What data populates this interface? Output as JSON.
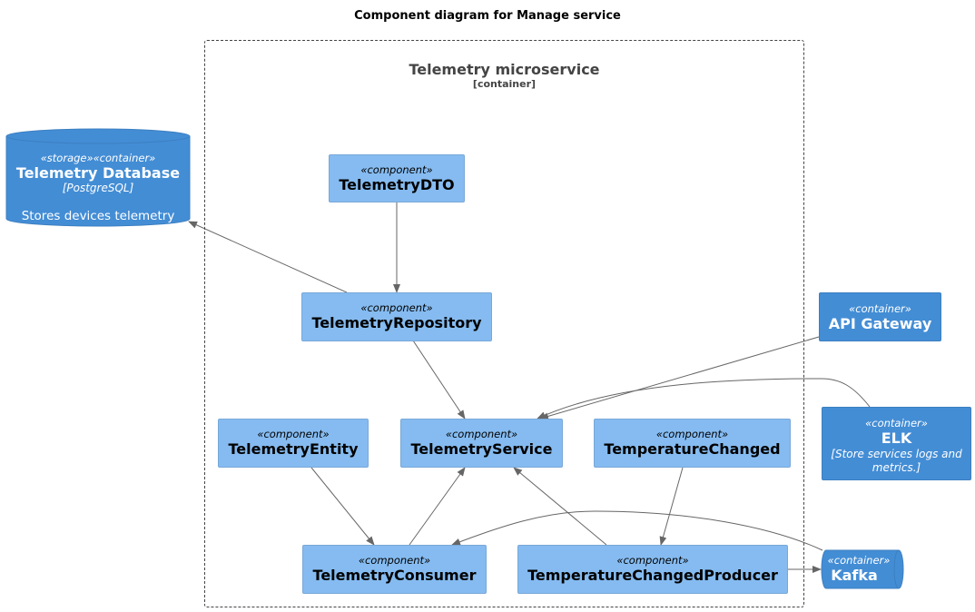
{
  "diagram": {
    "title": "Component diagram for Manage  service",
    "boundary": {
      "name": "Telemetry microservice",
      "type": "[container]"
    },
    "components": {
      "dto": {
        "stereotype": "«component»",
        "name": "TelemetryDTO"
      },
      "repository": {
        "stereotype": "«component»",
        "name": "TelemetryRepository"
      },
      "entity": {
        "stereotype": "«component»",
        "name": "TelemetryEntity"
      },
      "service": {
        "stereotype": "«component»",
        "name": "TelemetryService"
      },
      "temp_changed": {
        "stereotype": "«component»",
        "name": "TemperatureChanged"
      },
      "consumer": {
        "stereotype": "«component»",
        "name": "TelemetryConsumer"
      },
      "producer": {
        "stereotype": "«component»",
        "name": "TemperatureChangedProducer"
      }
    },
    "containers": {
      "database": {
        "stereotype": "«storage»«container»",
        "name": "Telemetry Database",
        "tech": "[PostgreSQL]",
        "description": "Stores devices telemetry"
      },
      "api_gateway": {
        "stereotype": "«container»",
        "name": "API Gateway"
      },
      "elk": {
        "stereotype": "«container»",
        "name": "ELK",
        "tech": "[Store services logs and metrics.]"
      },
      "kafka": {
        "stereotype": "«container»",
        "name": "Kafka"
      }
    },
    "colors": {
      "component_fill": "#85bbf0",
      "container_fill": "#438dd5",
      "arrow": "#666666",
      "boundary": "#444444"
    }
  }
}
